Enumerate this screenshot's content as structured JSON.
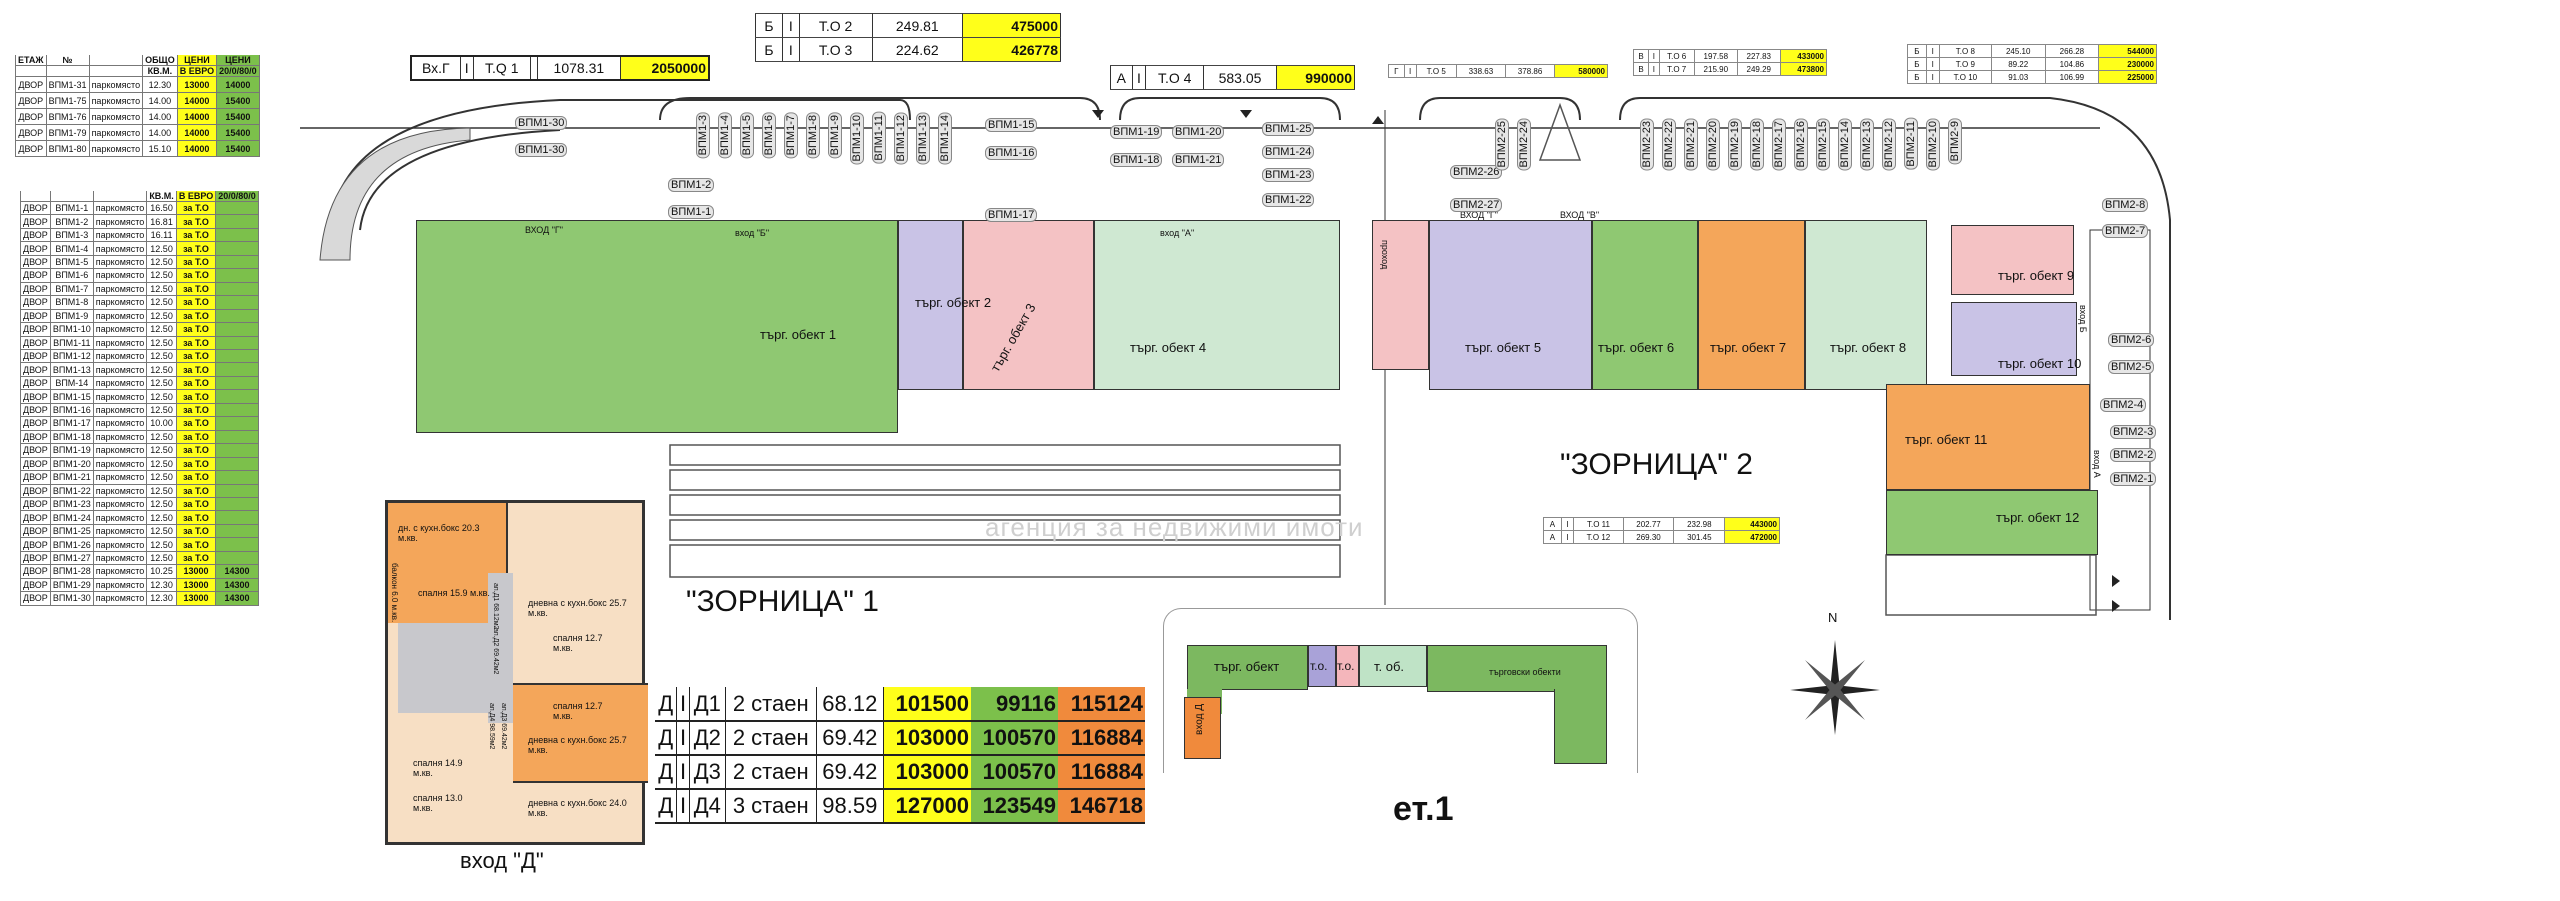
{
  "colors": {
    "yellow": "#ffff1a",
    "green": "#7cc04b",
    "orange": "#f08a3c",
    "unit_green": "#8fc872",
    "unit_lightgreen": "#cfe8d2",
    "unit_lavender": "#c9c3e6",
    "unit_pink": "#f4c2c4",
    "unit_orange": "#f4a65a"
  },
  "parking_top": {
    "header": [
      "ЕТАЖ",
      "№",
      "",
      "ОБЩО",
      "ЦЕНИ",
      "ЦЕНИ"
    ],
    "subheader": [
      "",
      "",
      "",
      "КВ.М.",
      "В ЕВРО",
      "20/0/80/0"
    ],
    "rows": [
      [
        "ДВОР",
        "ВПМ1-31",
        "паркомясто",
        "12.30",
        "13000",
        "14000"
      ],
      [
        "ДВОР",
        "ВПМ1-75",
        "паркомясто",
        "14.00",
        "14000",
        "15400"
      ],
      [
        "ДВОР",
        "ВПМ1-76",
        "паркомясто",
        "14.00",
        "14000",
        "15400"
      ],
      [
        "ДВОР",
        "ВПМ1-79",
        "паркомясто",
        "14.00",
        "14000",
        "15400"
      ],
      [
        "ДВОР",
        "ВПМ1-80",
        "паркомясто",
        "15.10",
        "14000",
        "15400"
      ]
    ]
  },
  "parking_main": {
    "subheader": [
      "",
      "",
      "",
      "КВ.М.",
      "В ЕВРО",
      "20/0/80/0"
    ],
    "rows": [
      [
        "ДВОР",
        "ВПМ1-1",
        "паркомясто",
        "16.50",
        "за Т.О",
        ""
      ],
      [
        "ДВОР",
        "ВПМ1-2",
        "паркомясто",
        "16.81",
        "за Т.О",
        ""
      ],
      [
        "ДВОР",
        "ВПМ1-3",
        "паркомясто",
        "16.11",
        "за Т.О",
        ""
      ],
      [
        "ДВОР",
        "ВПМ1-4",
        "паркомясто",
        "12.50",
        "за Т.О",
        ""
      ],
      [
        "ДВОР",
        "ВПМ1-5",
        "паркомясто",
        "12.50",
        "за Т.О",
        ""
      ],
      [
        "ДВОР",
        "ВПМ1-6",
        "паркомясто",
        "12.50",
        "за Т.О",
        ""
      ],
      [
        "ДВОР",
        "ВПМ1-7",
        "паркомясто",
        "12.50",
        "за Т.О",
        ""
      ],
      [
        "ДВОР",
        "ВПМ1-8",
        "паркомясто",
        "12.50",
        "за Т.О",
        ""
      ],
      [
        "ДВОР",
        "ВПМ1-9",
        "паркомясто",
        "12.50",
        "за Т.О",
        ""
      ],
      [
        "ДВОР",
        "ВПМ1-10",
        "паркомясто",
        "12.50",
        "за Т.О",
        ""
      ],
      [
        "ДВОР",
        "ВПМ1-11",
        "паркомясто",
        "12.50",
        "за Т.О",
        ""
      ],
      [
        "ДВОР",
        "ВПМ1-12",
        "паркомясто",
        "12.50",
        "за Т.О",
        ""
      ],
      [
        "ДВОР",
        "ВПМ1-13",
        "паркомясто",
        "12.50",
        "за Т.О",
        ""
      ],
      [
        "ДВОР",
        "ВПМ-14",
        "паркомясто",
        "12.50",
        "за Т.О",
        ""
      ],
      [
        "ДВОР",
        "ВПМ1-15",
        "паркомясто",
        "12.50",
        "за Т.О",
        ""
      ],
      [
        "ДВОР",
        "ВПМ1-16",
        "паркомясто",
        "12.50",
        "за Т.О",
        ""
      ],
      [
        "ДВОР",
        "ВПМ1-17",
        "паркомясто",
        "10.00",
        "за Т.О",
        ""
      ],
      [
        "ДВОР",
        "ВПМ1-18",
        "паркомясто",
        "12.50",
        "за Т.О",
        ""
      ],
      [
        "ДВОР",
        "ВПМ1-19",
        "паркомясто",
        "12.50",
        "за Т.О",
        ""
      ],
      [
        "ДВОР",
        "ВПМ1-20",
        "паркомясто",
        "12.50",
        "за Т.О",
        ""
      ],
      [
        "ДВОР",
        "ВПМ1-21",
        "паркомясто",
        "12.50",
        "за Т.О",
        ""
      ],
      [
        "ДВОР",
        "ВПМ1-22",
        "паркомясто",
        "12.50",
        "за Т.О",
        ""
      ],
      [
        "ДВОР",
        "ВПМ1-23",
        "паркомясто",
        "12.50",
        "за Т.О",
        ""
      ],
      [
        "ДВОР",
        "ВПМ1-24",
        "паркомясто",
        "12.50",
        "за Т.О",
        ""
      ],
      [
        "ДВОР",
        "ВПМ1-25",
        "паркомясто",
        "12.50",
        "за Т.О",
        ""
      ],
      [
        "ДВОР",
        "ВПМ1-26",
        "паркомясто",
        "12.50",
        "за Т.О",
        ""
      ],
      [
        "ДВОР",
        "ВПМ1-27",
        "паркомясто",
        "12.50",
        "за Т.О",
        ""
      ],
      [
        "ДВОР",
        "ВПМ1-28",
        "паркомясто",
        "10.25",
        "13000",
        "14300"
      ],
      [
        "ДВОР",
        "ВПМ1-29",
        "паркомясто",
        "12.30",
        "13000",
        "14300"
      ],
      [
        "ДВОР",
        "ВПМ1-30",
        "паркомясто",
        "12.30",
        "13000",
        "14300"
      ]
    ]
  },
  "price_tables": {
    "vh_g": [
      [
        "Вх.Г",
        "I",
        "T.Q 1",
        "",
        "1078.31",
        "2050000"
      ]
    ],
    "b_23": [
      [
        "Б",
        "I",
        "T.O 2",
        "249.81",
        "475000"
      ],
      [
        "Б",
        "I",
        "T.O 3",
        "224.62",
        "426778"
      ]
    ],
    "a_4": [
      [
        "A",
        "I",
        "T.O 4",
        "583.05",
        "990000"
      ]
    ],
    "g_5": [
      [
        "Г",
        "I",
        "T.O 5",
        "338.63",
        "378.86",
        "580000"
      ]
    ],
    "v_67": [
      [
        "В",
        "I",
        "T.O 6",
        "197.58",
        "227.83",
        "433000"
      ],
      [
        "В",
        "I",
        "T.O 7",
        "215.90",
        "249.29",
        "473800"
      ]
    ],
    "b_810": [
      [
        "Б",
        "I",
        "T.O 8",
        "245.10",
        "266.28",
        "544000"
      ],
      [
        "Б",
        "I",
        "T.O 9",
        "89.22",
        "104.86",
        "230000"
      ],
      [
        "Б",
        "I",
        "T.O 10",
        "91.03",
        "106.99",
        "225000"
      ]
    ],
    "a_1112": [
      [
        "A",
        "I",
        "T.O 11",
        "202.77",
        "232.98",
        "443000"
      ],
      [
        "A",
        "I",
        "T.O 12",
        "269.30",
        "301.45",
        "472000"
      ]
    ]
  },
  "apartments_d": [
    [
      "Д",
      "I",
      "Д1",
      "2 стаен",
      "68.12",
      "101500",
      "99116",
      "115124"
    ],
    [
      "Д",
      "I",
      "Д2",
      "2 стаен",
      "69.42",
      "103000",
      "100570",
      "116884"
    ],
    [
      "Д",
      "I",
      "Д3",
      "2 стаен",
      "69.42",
      "103000",
      "100570",
      "116884"
    ],
    [
      "Д",
      "I",
      "Д4",
      "3 стаен",
      "98.59",
      "127000",
      "123549",
      "146718"
    ]
  ],
  "plan": {
    "zornica1": "\"ЗОРНИЦА\" 1",
    "zornica2": "\"ЗОРНИЦА\" 2",
    "floor": "ет.1",
    "north": "N",
    "units": [
      "търг. обект 1",
      "търг. обект 2",
      "търг. обект 3",
      "търг. обект 4",
      "търг. обект 5",
      "търг. обект 6",
      "търг. обект 7",
      "търг. обект 8",
      "търг. обект 9",
      "търг. обект 10",
      "търг. обект 11",
      "търг. обект 12"
    ],
    "entrances": [
      "ВХОД \"Г\"",
      "вход \"Б\"",
      "вход \"А\"",
      "ВХОД \"Г\"",
      "ВХОД \"В\"",
      "вход Б",
      "вход А"
    ],
    "passage": "проход",
    "parking_h": [
      "ВПМ1-30",
      "ВПМ1-30",
      "ВПМ1-2",
      "ВПМ1-1",
      "ВПМ1-15",
      "ВПМ1-16",
      "ВПМ1-17",
      "ВПМ1-19",
      "ВПМ1-20",
      "ВПМ1-18",
      "ВПМ1-21",
      "ВПМ1-25",
      "ВПМ1-24",
      "ВПМ1-23",
      "ВПМ1-22",
      "ВПМ2-26",
      "ВПМ2-27",
      "ВПМ2-8",
      "ВПМ2-7",
      "ВПМ2-6",
      "ВПМ2-5",
      "ВПМ2-4",
      "ВПМ2-3",
      "ВПМ2-2",
      "ВПМ2-1"
    ],
    "parking_v": [
      "ВПМ1-3",
      "ВПМ1-4",
      "ВПМ1-5",
      "ВПМ1-6",
      "ВПМ1-7",
      "ВПМ1-8",
      "ВПМ1-9",
      "ВПМ1-10",
      "ВПМ1-11",
      "ВПМ1-12",
      "ВПМ1-13",
      "ВПМ1-14",
      "ВПМ2-25",
      "ВПМ2-24",
      "ВПМ2-23",
      "ВПМ2-22",
      "ВПМ2-21",
      "ВПМ2-20",
      "ВПМ2-19",
      "ВПМ2-18",
      "ВПМ2-17",
      "ВПМ2-16",
      "ВПМ2-15",
      "ВПМ2-14",
      "ВПМ2-13",
      "ВПМ2-12",
      "ВПМ2-11",
      "ВПМ2-10",
      "ВПМ2-9"
    ]
  },
  "apartment_plan": {
    "entrance": "вход \"Д\"",
    "rooms": [
      "дн. с кухн.бокс 20.3 м.кв.",
      "спалня 15.9 м.кв.",
      "балкон 6.0 м.кв.",
      "дневна с кухн.бокс 25.7 м.кв.",
      "спалня 12.7 м.кв.",
      "спалня 12.7 м.кв.",
      "дневна с кухн.бокс 25.7 м.кв.",
      "спалня 14.9 м.кв.",
      "спалня 13.0 м.кв.",
      "дневна с кухн.бокс 24.0 м.кв.",
      "ап.Д1 68.12м2",
      "ап.Д2 69.42м2",
      "ап.Д3 69.42м2",
      "ап.Д4 98.59м2"
    ]
  },
  "mini_plan": {
    "labels": [
      "търг. обект",
      "т.о.",
      "т.о.",
      "т. об.",
      "търговски обекти",
      "вход Д"
    ]
  },
  "watermark": {
    "text": "агенция за недвижими имоти"
  }
}
